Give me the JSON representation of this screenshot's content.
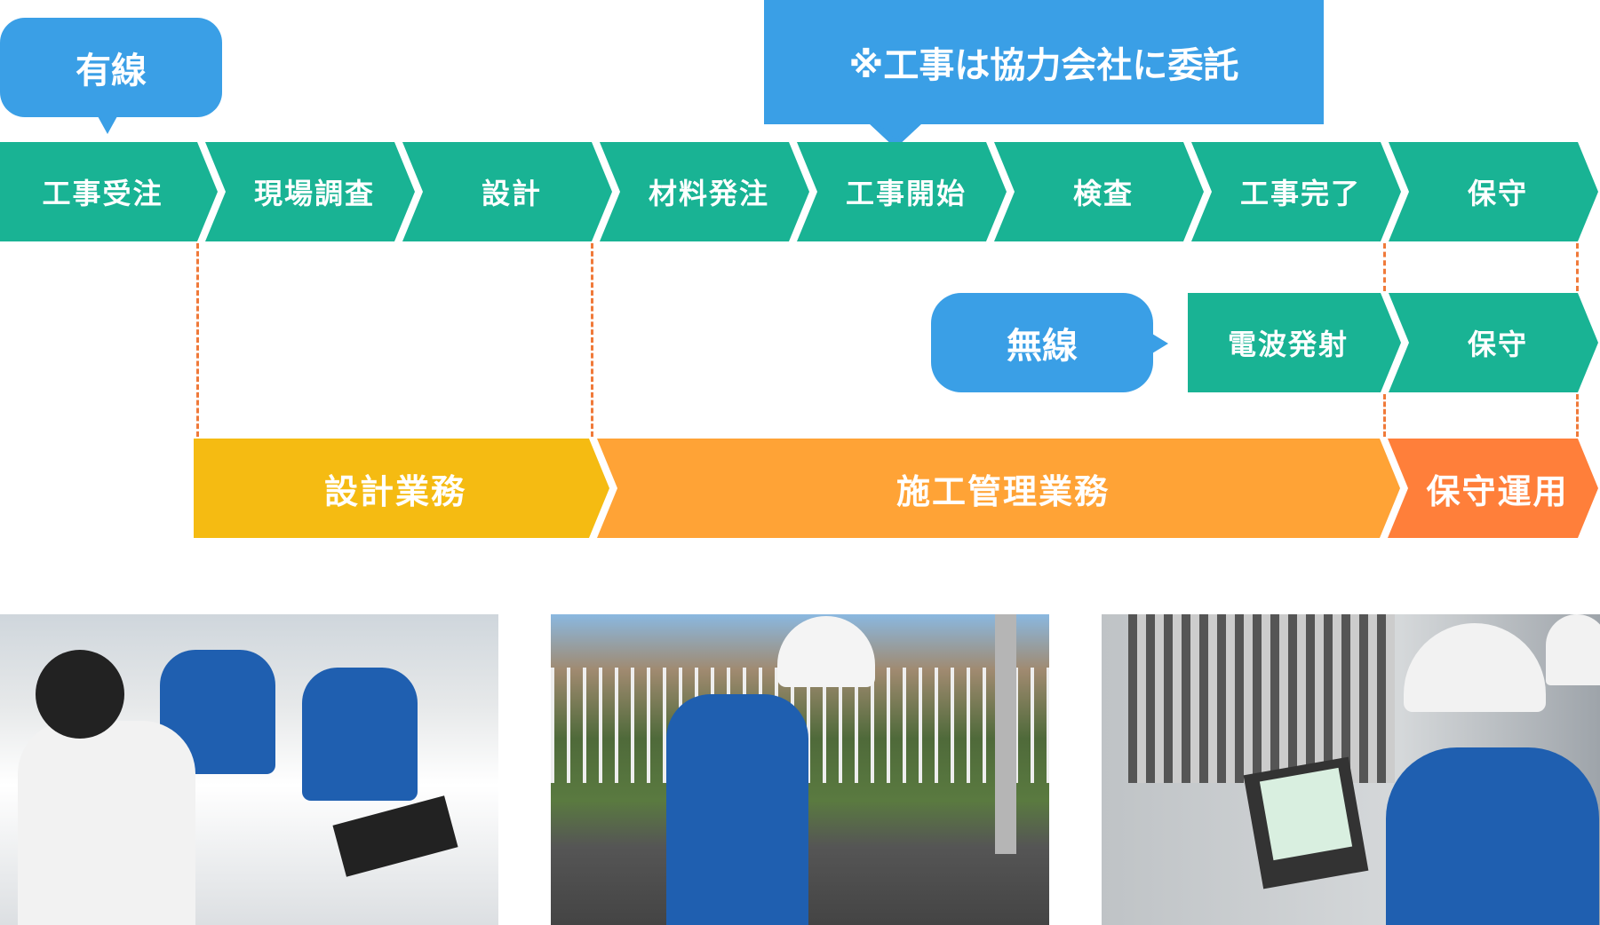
{
  "wired_label": "有線",
  "wireless_label": "無線",
  "commission_note": "※工事は協力会社に委託",
  "wired_steps": [
    "工事受注",
    "現場調査",
    "設計",
    "材料発注",
    "工事開始",
    "検査",
    "工事完了",
    "保守"
  ],
  "wireless_steps": [
    "電波発射",
    "保守"
  ],
  "phases": [
    "設計業務",
    "施工管理業務",
    "保守運用"
  ],
  "colors": {
    "step": "#19b394",
    "bubble": "#3a9fe6",
    "design": "#f5bb12",
    "construction": "#ffa336",
    "maintenance": "#ff7f3a",
    "dotted": "#f07a3a"
  }
}
